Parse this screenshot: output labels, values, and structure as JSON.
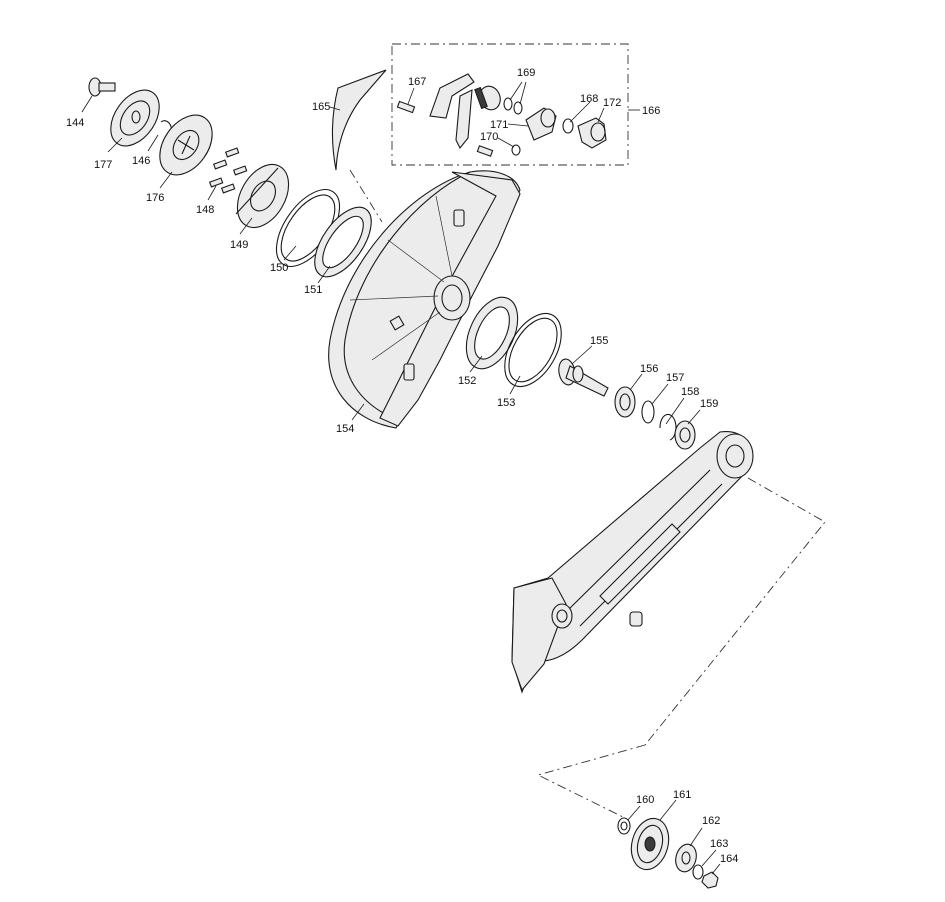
{
  "part_numbers": {
    "p144": "144",
    "p146": "146",
    "p148": "148",
    "p149": "149",
    "p150": "150",
    "p151": "151",
    "p152": "152",
    "p153": "153",
    "p154": "154",
    "p155": "155",
    "p156": "156",
    "p157": "157",
    "p158": "158",
    "p159": "159",
    "p160": "160",
    "p161": "161",
    "p162": "162",
    "p163": "163",
    "p164": "164",
    "p165": "165",
    "p166": "166",
    "p167": "167",
    "p168": "168",
    "p169": "169",
    "p170": "170",
    "p171": "171",
    "p172": "172",
    "p176": "176",
    "p177": "177"
  }
}
